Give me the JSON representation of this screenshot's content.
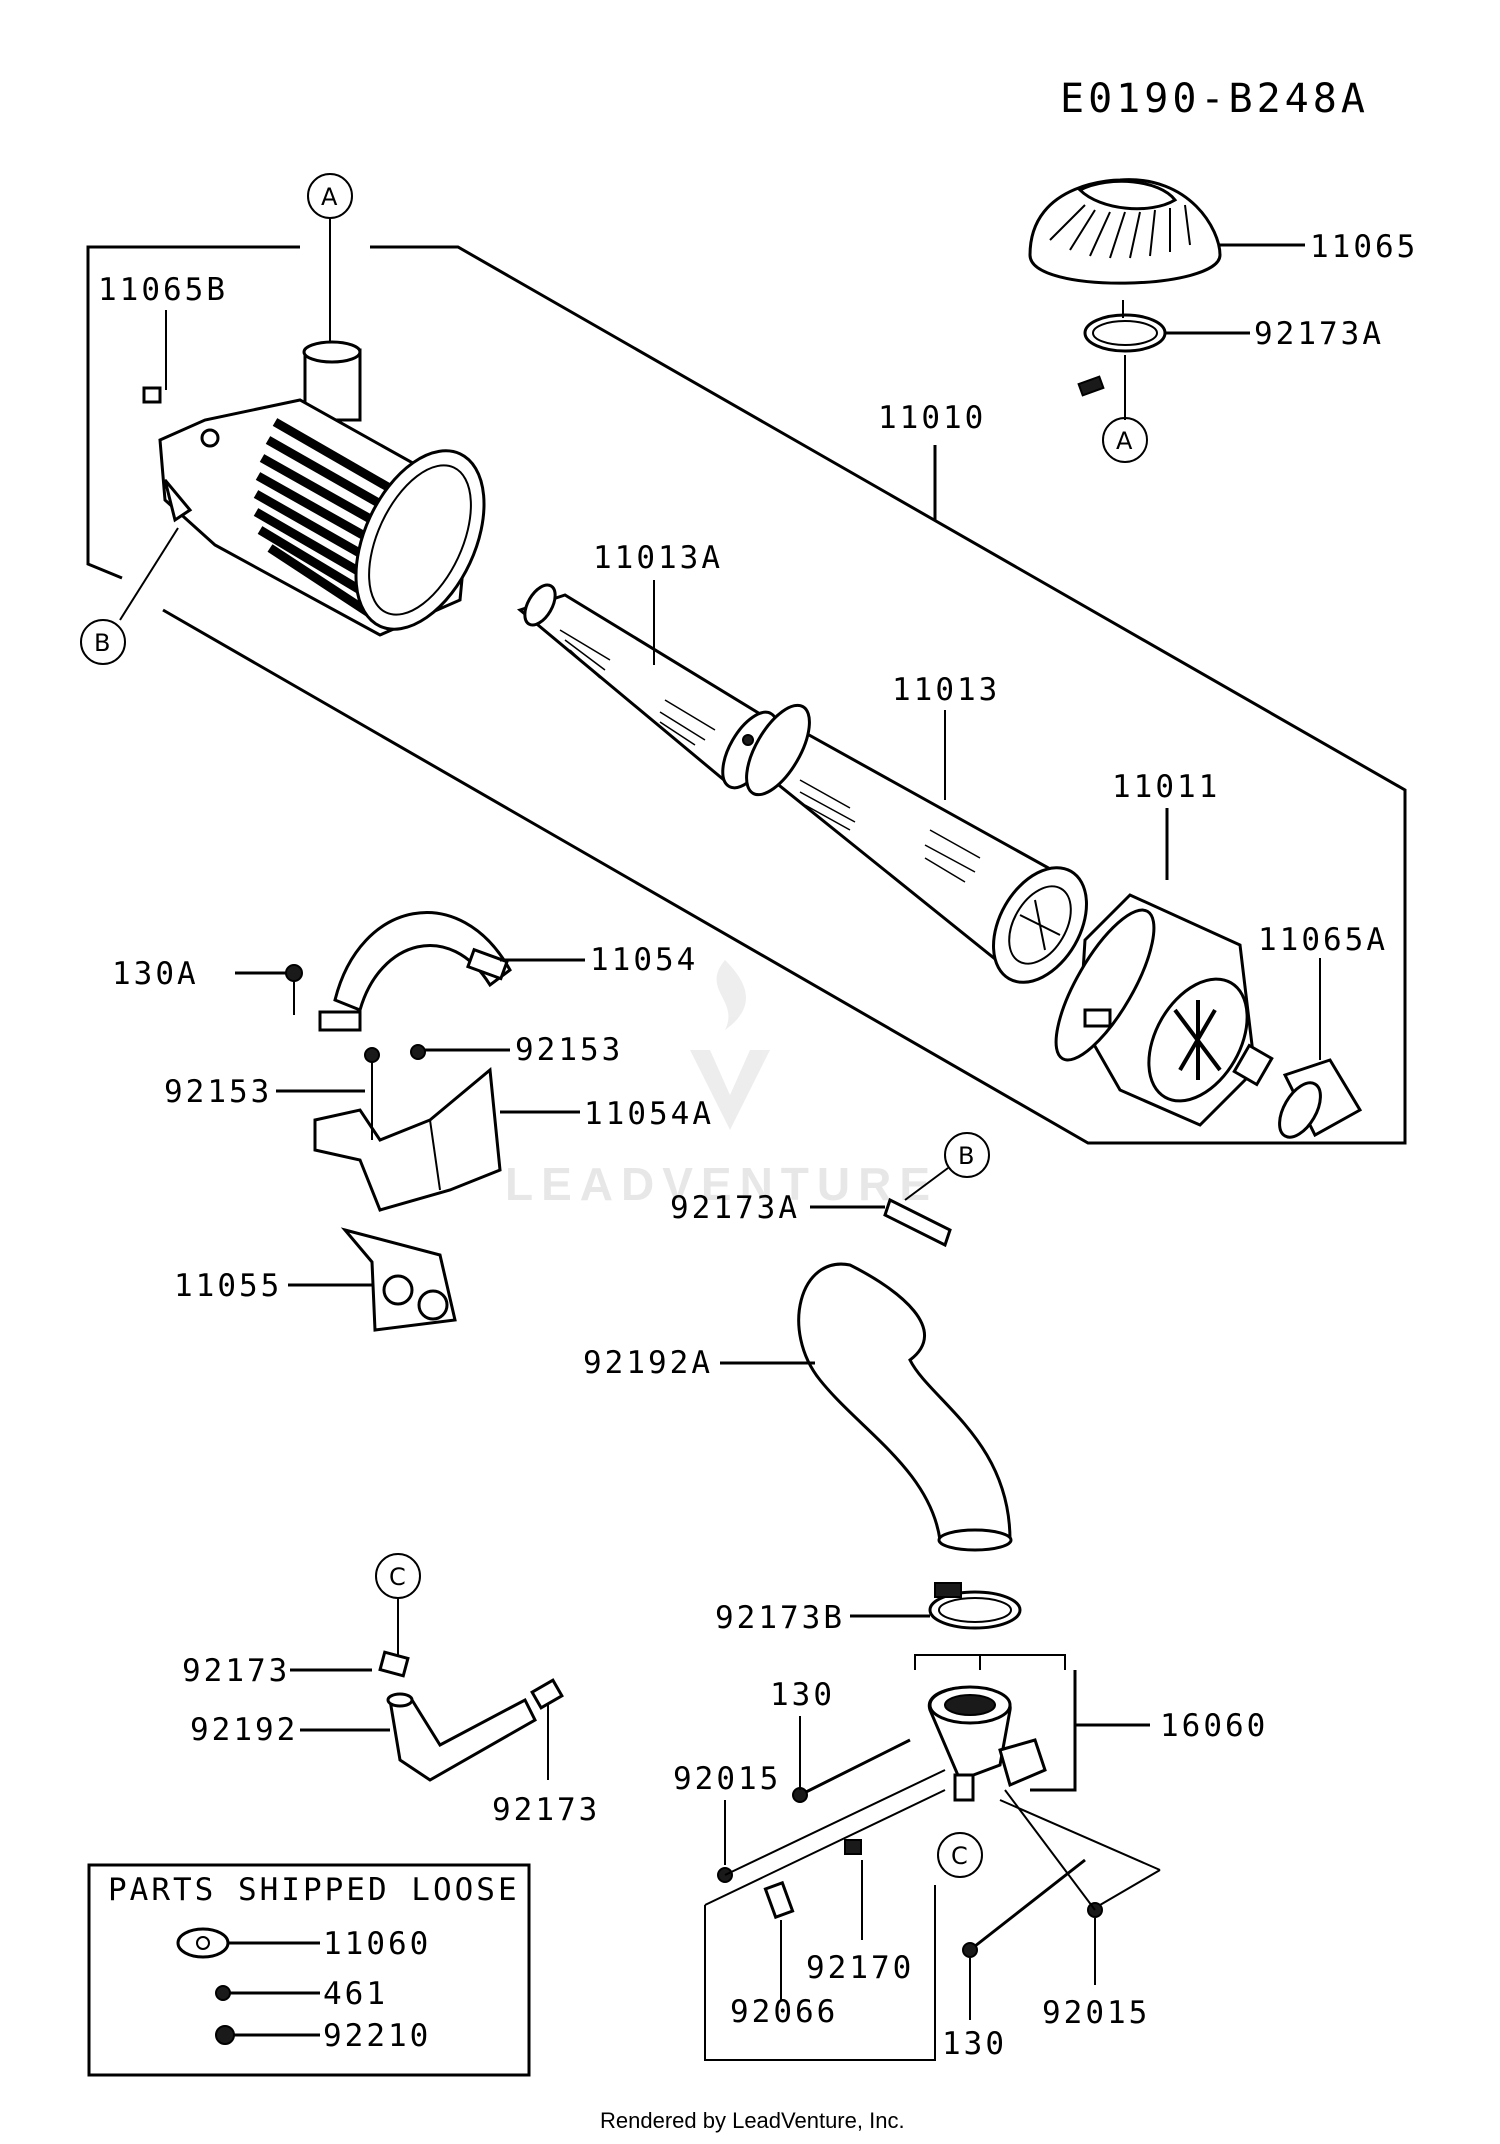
{
  "diagram_code": "E0190-B248A",
  "watermark": "LEADVENTURE",
  "footer": "Rendered by LeadVenture, Inc.",
  "callouts": {
    "A": "A",
    "B": "B",
    "C": "C"
  },
  "parts": {
    "p11065": "11065",
    "p92173A_top": "92173A",
    "p11065B": "11065B",
    "p11010": "11010",
    "p11013A": "11013A",
    "p11013": "11013",
    "p11011": "11011",
    "p11065A": "11065A",
    "p130A": "130A",
    "p11054": "11054",
    "p92153_a": "92153",
    "p92153_b": "92153",
    "p11054A": "11054A",
    "p92173A_mid": "92173A",
    "p11055": "11055",
    "p92192A": "92192A",
    "p92173B": "92173B",
    "p92173_a": "92173",
    "p92192": "92192",
    "p92173_b": "92173",
    "p130_top": "130",
    "p16060": "16060",
    "p92015_left": "92015",
    "p92170": "92170",
    "p92066": "92066",
    "p130_bottom": "130",
    "p92015_right": "92015"
  },
  "loose_box": {
    "title": "PARTS SHIPPED LOOSE",
    "items": [
      "11060",
      "461",
      "92210"
    ]
  }
}
